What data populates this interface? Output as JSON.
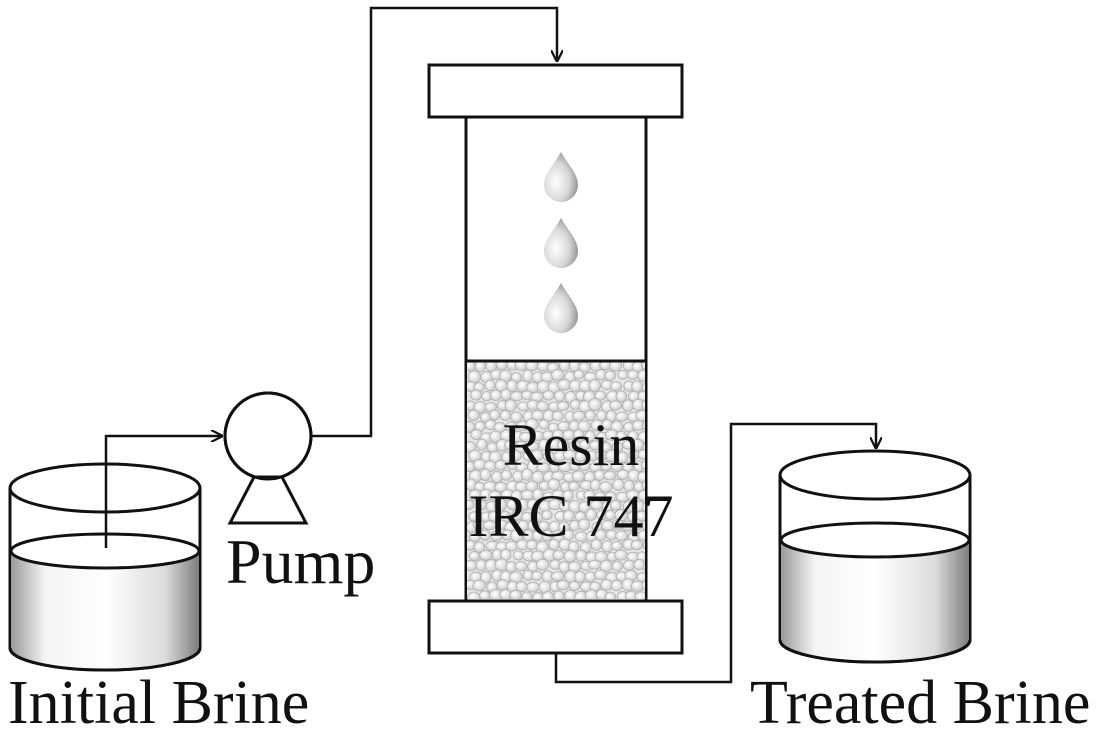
{
  "diagram": {
    "labels": {
      "pump": "Pump",
      "resin_line1": "Resin",
      "resin_line2": "IRC 747",
      "initial_brine": "Initial Brine",
      "treated_brine": "Treated Brine"
    },
    "colors": {
      "stroke": "#111111",
      "liquid_light": "#ffffff",
      "liquid_dark": "#8f8f8f",
      "resin_bead": "#e6e6e6",
      "drop": "#c9c9c9"
    },
    "icons": [
      "pump-icon",
      "beaker-icon",
      "droplet-icon",
      "resin-column-icon"
    ]
  }
}
